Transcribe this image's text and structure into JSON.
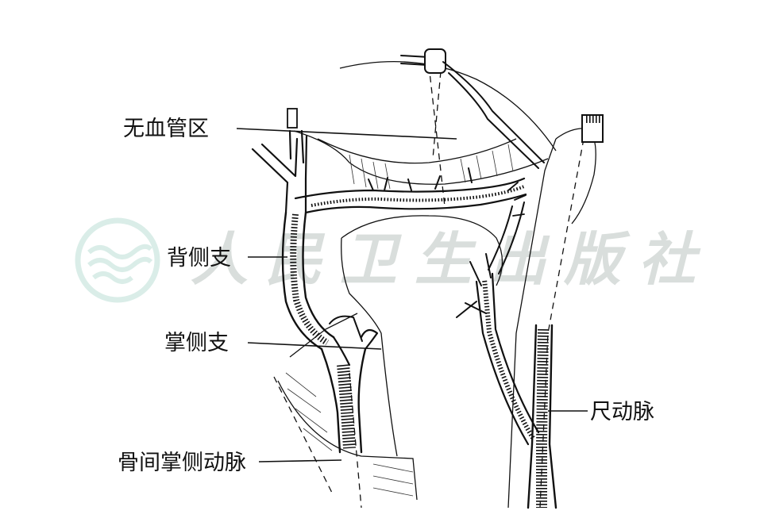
{
  "labels": {
    "avascular_zone": "无血管区",
    "dorsal_branch": "背侧支",
    "palmar_branch": "掌侧支",
    "interosseous_artery": "骨间掌侧动脉",
    "ulnar_artery": "尺动脉"
  },
  "watermark": {
    "text": "人民卫生出版社",
    "icon": "publisher-seal-icon",
    "color": "#d9dedc"
  },
  "colors": {
    "ink": "#111111",
    "background": "#ffffff"
  }
}
